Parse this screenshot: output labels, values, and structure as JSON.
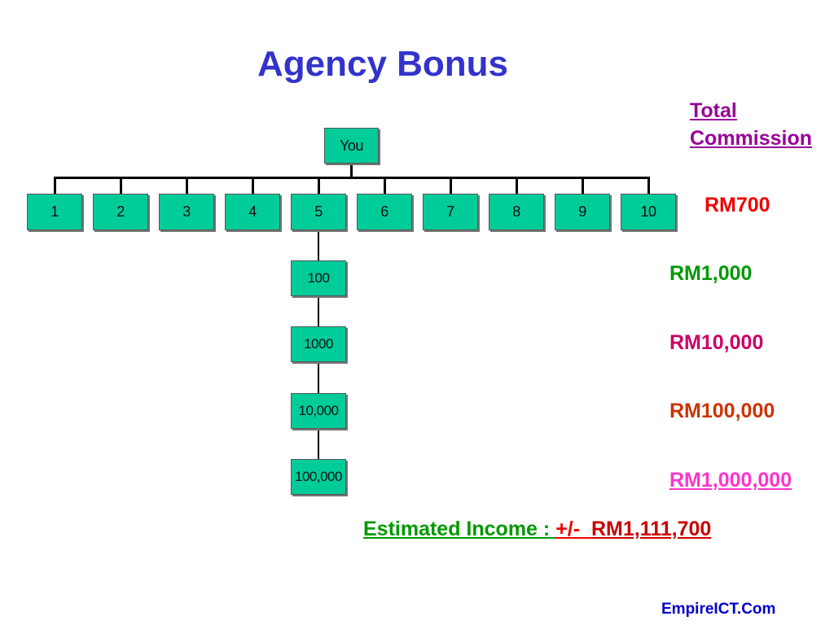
{
  "title": "Agency Bonus",
  "root": "You",
  "level1": [
    "1",
    "2",
    "3",
    "4",
    "5",
    "6",
    "7",
    "8",
    "9",
    "10"
  ],
  "downline": [
    "100",
    "1000",
    "10,000",
    "100,000"
  ],
  "commission": {
    "header_line1": "Total",
    "header_line2": "Commission",
    "rows": [
      {
        "amount": "RM700",
        "color": "#ee0000"
      },
      {
        "amount": "RM1,000",
        "color": "#009900"
      },
      {
        "amount": "RM10,000",
        "color": "#cc0066"
      },
      {
        "amount": "RM100,000",
        "color": "#cc3300"
      },
      {
        "amount": "RM1,000,000",
        "color": "#ff33cc"
      }
    ]
  },
  "estimate": {
    "label": "Estimated Income :",
    "plusminus": "+/-",
    "total": "RM1,111,700"
  },
  "footer": "EmpireICT.Com",
  "colors": {
    "node_fill": "#00cc99",
    "title": "#3333cc"
  }
}
